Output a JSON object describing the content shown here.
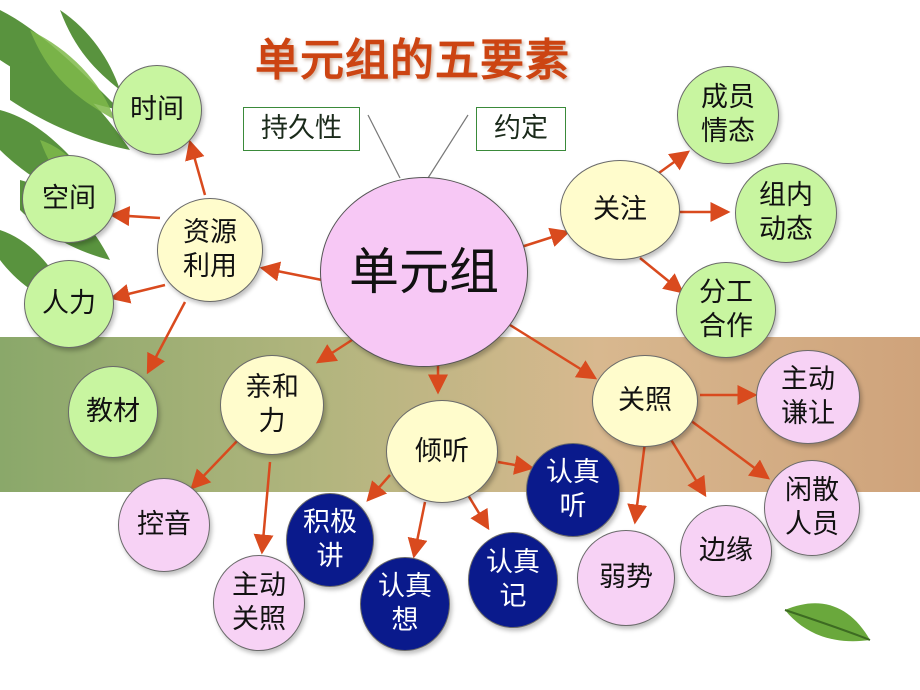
{
  "title": "单元组的五要素",
  "tags": {
    "persistence": "持久性",
    "agreement": "约定"
  },
  "center": "单元组",
  "hubs": {
    "resource": "资源\n利用",
    "attention": "关注",
    "affinity": "亲和\n力",
    "listen": "倾听",
    "care": "关照"
  },
  "resource_items": {
    "time": "时间",
    "space": "空间",
    "manpower": "人力",
    "materials": "教材"
  },
  "attention_items": {
    "member_mood": "成员\n情态",
    "group_dynamics": "组内\n动态",
    "division": "分工\n合作"
  },
  "affinity_items": {
    "voice": "控音",
    "active_care": "主动\n关照"
  },
  "listen_items": {
    "speak": "积极\n讲",
    "think": "认真\n想",
    "note": "认真\n记",
    "hear": "认真\n听"
  },
  "care_items": {
    "weak": "弱势",
    "edge": "边缘",
    "idle": "闲散\n人员",
    "yield": "主动\n谦让"
  },
  "colors": {
    "title": "#cc4412",
    "arrow": "#d94a1e",
    "green": "#c8f5a0",
    "pink": "#f7d2f5",
    "cream": "#fffccc",
    "navy": "#0a1a8c"
  }
}
